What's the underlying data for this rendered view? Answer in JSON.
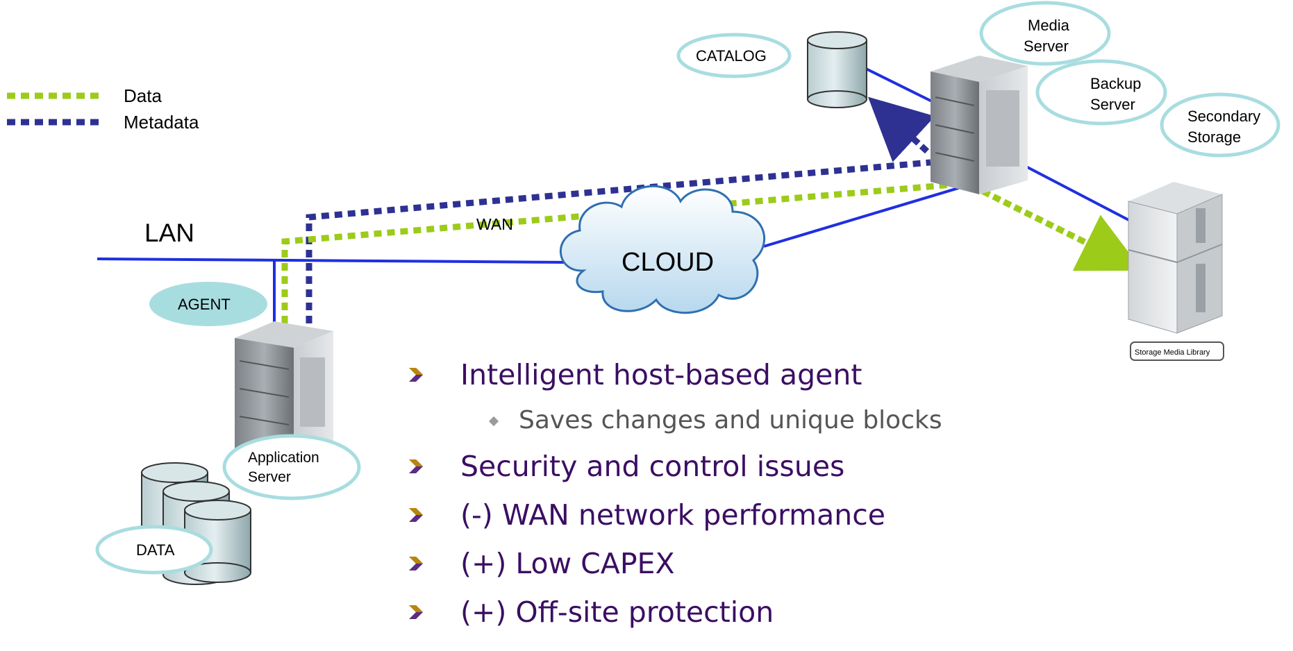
{
  "legend": {
    "data_label": "Data",
    "metadata_label": "Metadata"
  },
  "network": {
    "lan_label": "LAN",
    "wan_label": "WAN",
    "cloud_label": "CLOUD"
  },
  "nodes": {
    "agent": "AGENT",
    "application_server": [
      "Application",
      "Server"
    ],
    "data": "DATA",
    "catalog": "CATALOG",
    "media_server": [
      "Media",
      "Server"
    ],
    "backup_server": [
      "Backup",
      "Server"
    ],
    "secondary_storage": [
      "Secondary",
      "Storage"
    ],
    "storage_media_library": "Storage Media Library"
  },
  "bullets": [
    {
      "level": 1,
      "text": "Intelligent host-based agent"
    },
    {
      "level": 2,
      "text": "Saves changes and unique blocks"
    },
    {
      "level": 1,
      "text": "Security and control issues"
    },
    {
      "level": 1,
      "text": "(-) WAN network performance"
    },
    {
      "level": 1,
      "text": "(+) Low CAPEX"
    },
    {
      "level": 1,
      "text": "(+) Off-site protection"
    }
  ],
  "colors": {
    "data_line": "#9ccb1a",
    "metadata_line": "#2e3192",
    "network_line": "#1f2fe0",
    "label_bubble": "#a8dde0",
    "bullet_text": "#3b0e63"
  }
}
